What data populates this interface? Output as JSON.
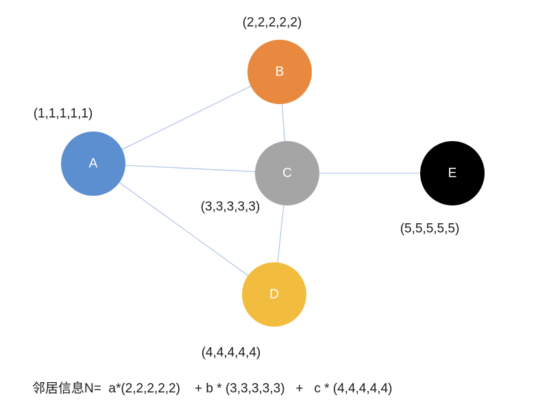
{
  "graph": {
    "nodes": [
      {
        "id": "A",
        "label": "A",
        "vector": "(1,1,1,1,1)",
        "color": "#5b8fd0"
      },
      {
        "id": "B",
        "label": "B",
        "vector": "(2,2,2,2,2)",
        "color": "#e8893f"
      },
      {
        "id": "C",
        "label": "C",
        "vector": "(3,3,3,3,3)",
        "color": "#a5a5a5"
      },
      {
        "id": "D",
        "label": "D",
        "vector": "(4,4,4,4,4)",
        "color": "#f2bd3f"
      },
      {
        "id": "E",
        "label": "E",
        "vector": "(5,5,5,5,5)",
        "color": "#000000"
      }
    ],
    "edges": [
      [
        "A",
        "B"
      ],
      [
        "A",
        "C"
      ],
      [
        "A",
        "D"
      ],
      [
        "B",
        "C"
      ],
      [
        "C",
        "D"
      ],
      [
        "C",
        "E"
      ]
    ],
    "edge_color": "#b4c7e7"
  },
  "formula": "邻居信息N=  a*(2,2,2,2,2)    + b * (3,3,3,3,3)   +   c * (4,4,4,4,4)"
}
